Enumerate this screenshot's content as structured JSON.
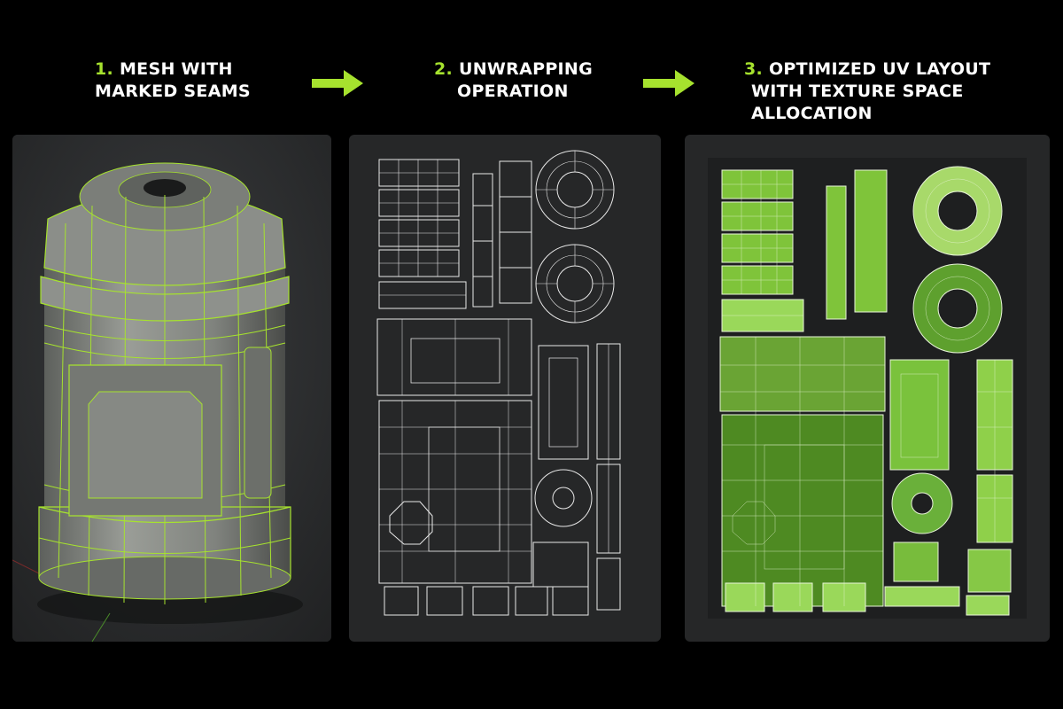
{
  "steps": [
    {
      "number": "1.",
      "line1": "MESH WITH",
      "line2": "MARKED SEAMS"
    },
    {
      "number": "2.",
      "line1": "UNWRAPPING",
      "line2": "OPERATION"
    },
    {
      "number": "3.",
      "line1": "OPTIMIZED UV LAYOUT",
      "line2": "WITH TEXTURE SPACE ALLOCATION"
    }
  ],
  "colors": {
    "accent": "#a6e22e",
    "uv_fill": "#7fc43a",
    "wire": "#e8e8e8",
    "mesh": "#8a8d88"
  },
  "icons": {
    "arrow": "right-arrow-icon"
  }
}
